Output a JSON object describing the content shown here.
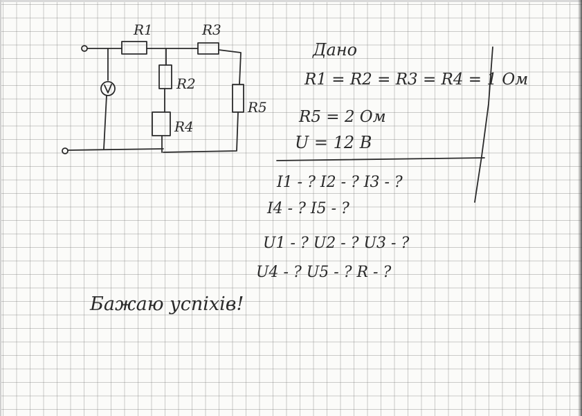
{
  "circuit": {
    "r1": "R1",
    "r2": "R2",
    "r3": "R3",
    "r4": "R4",
    "r5": "R5",
    "voltmeter": "V"
  },
  "given": {
    "heading": "Дано",
    "line1": "R1 = R2 = R3 = R4 = 1 Ом",
    "line2": "R5 = 2 Ом",
    "line3": "U = 12 В"
  },
  "find": {
    "line1": "I1 - ?   I2 - ?   I3 - ?",
    "line2": "I4 - ?   I5 - ?",
    "line3": "U1 - ?   U2 - ?  U3 - ?",
    "line4": "U4 - ?   U5 - ?   R - ?"
  },
  "wish": "Бажаю успіхів!"
}
